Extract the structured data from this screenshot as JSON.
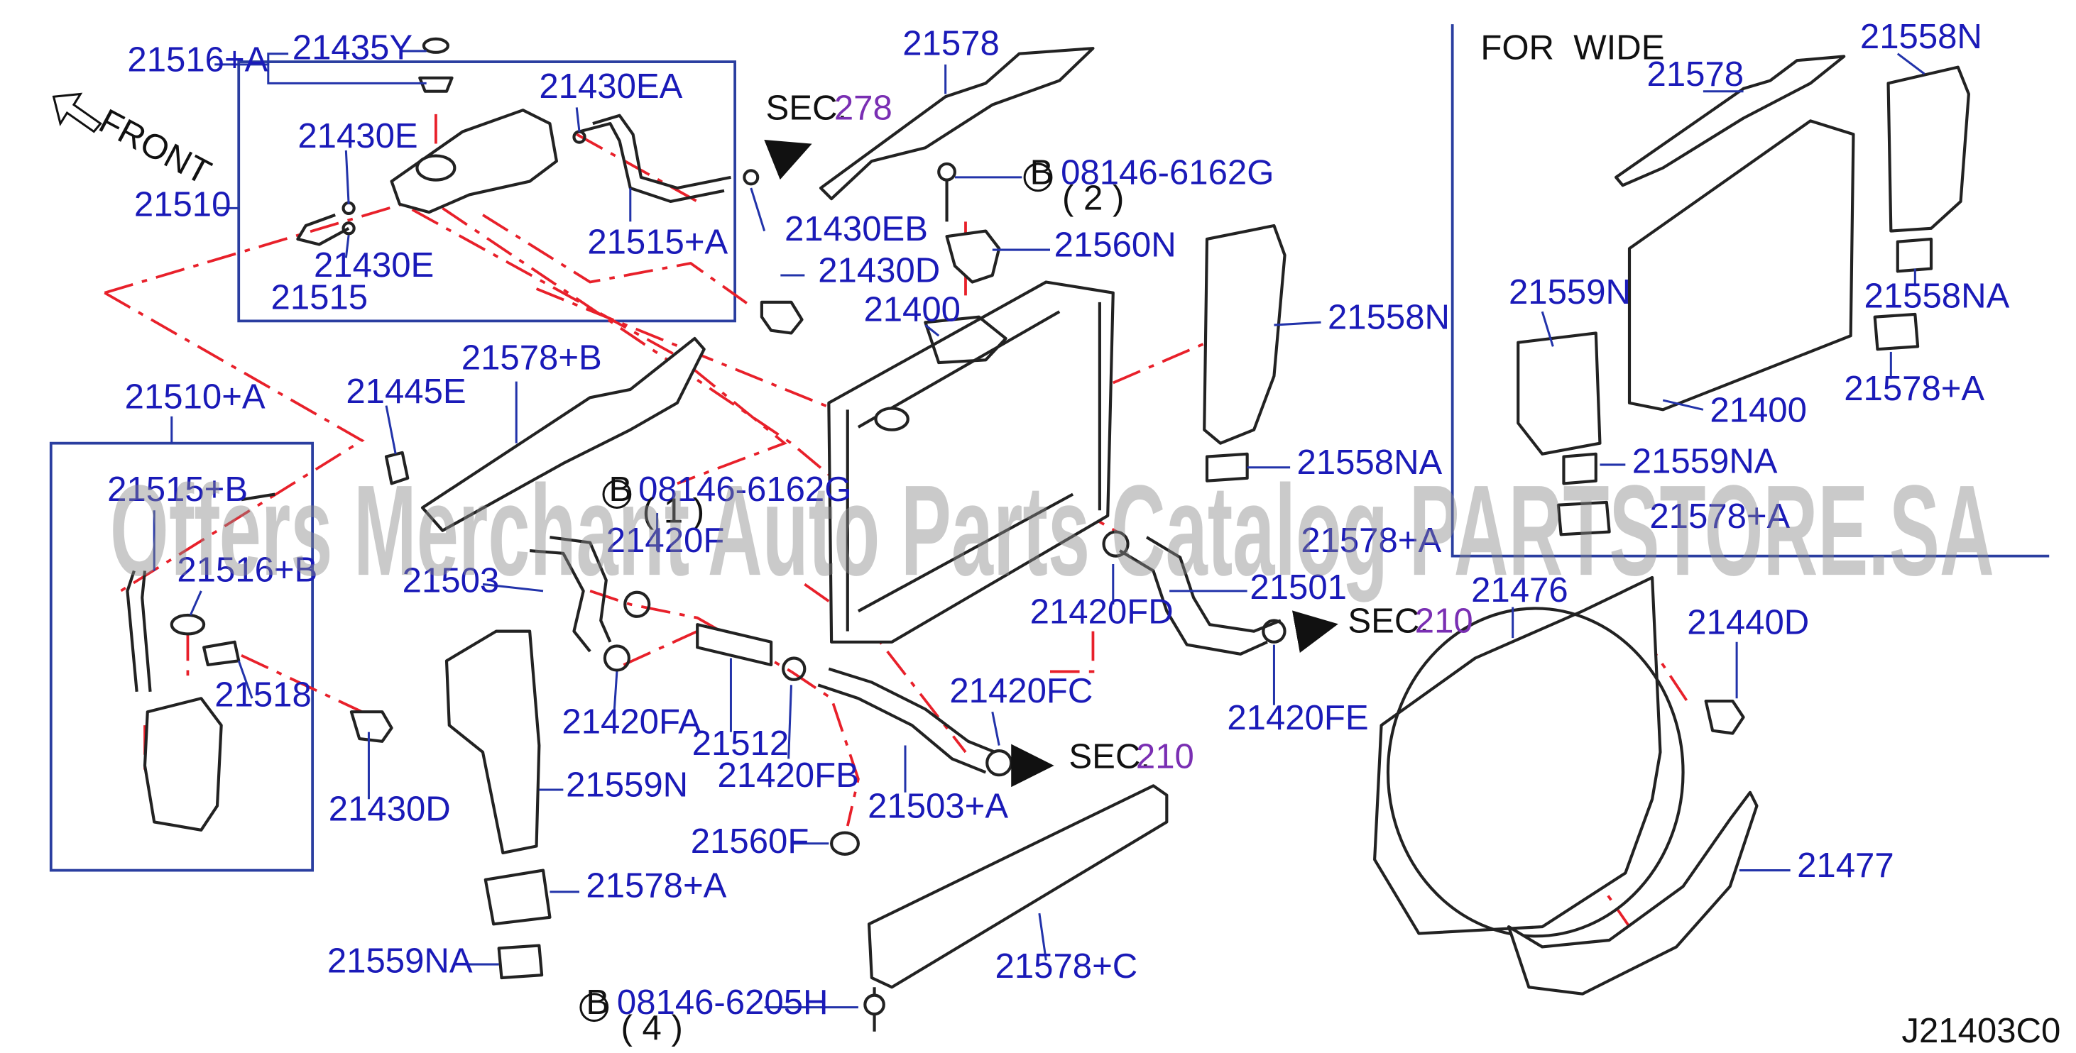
{
  "diagram": {
    "drawing_code": "J21403C0",
    "watermark": "Offers Merchant Auto Parts Catalog PARTSTORE.SA",
    "front_label": "FRONT",
    "for_wide_label": "FOR  WIDE",
    "sec_prefix": "SEC.",
    "sec_refs": {
      "s278": "278",
      "s210a": "210",
      "s210b": "210"
    },
    "bolt_marker": "B",
    "labels": {
      "p21516A": "21516+A",
      "p21435Y": "21435Y",
      "p21430EA": "21430EA",
      "p21430E_1": "21430E",
      "p21430E_2": "21430E",
      "p21510": "21510",
      "p21515": "21515",
      "p21515A": "21515+A",
      "p21430EB": "21430EB",
      "p21430D_top": "21430D",
      "p21578_top": "21578",
      "p08146_6162G_top": "08146-6162G",
      "qty_2": "( 2 )",
      "p21560N": "21560N",
      "p21400_main": "21400",
      "p21558N_mid": "21558N",
      "p21558NA_mid": "21558NA",
      "p21578B": "21578+B",
      "p21445E": "21445E",
      "p21510A": "21510+A",
      "p21515B": "21515+B",
      "p21516B": "21516+B",
      "p21518": "21518",
      "p21430D_left": "21430D",
      "p08146_6162G_mid": "08146-6162G",
      "qty_1": "( 1 )",
      "p21420F": "21420F",
      "p21503": "21503",
      "p21420FA": "21420FA",
      "p21512": "21512",
      "p21420FB": "21420FB",
      "p21420FD": "21420FD",
      "p21501": "21501",
      "p21420FE": "21420FE",
      "p21578A_mid": "21578+A",
      "p21420FC": "21420FC",
      "p21503A": "21503+A",
      "p21560F": "21560F",
      "p21559N_mid": "21559N",
      "p21578A_low": "21578+A",
      "p21559NA_low": "21559NA",
      "p21578C": "21578+C",
      "p08146_6205H": "08146-6205H",
      "qty_4": "( 4 )",
      "p21578_wide": "21578",
      "p21558N_wide": "21558N",
      "p21559N_wide": "21559N",
      "p21558NA_wide": "21558NA",
      "p21578A_wide": "21578+A",
      "p21400_wide": "21400",
      "p21559NA_wide": "21559NA",
      "p21578A_wide2": "21578+A",
      "p21476": "21476",
      "p21440D": "21440D",
      "p21477": "21477"
    }
  }
}
